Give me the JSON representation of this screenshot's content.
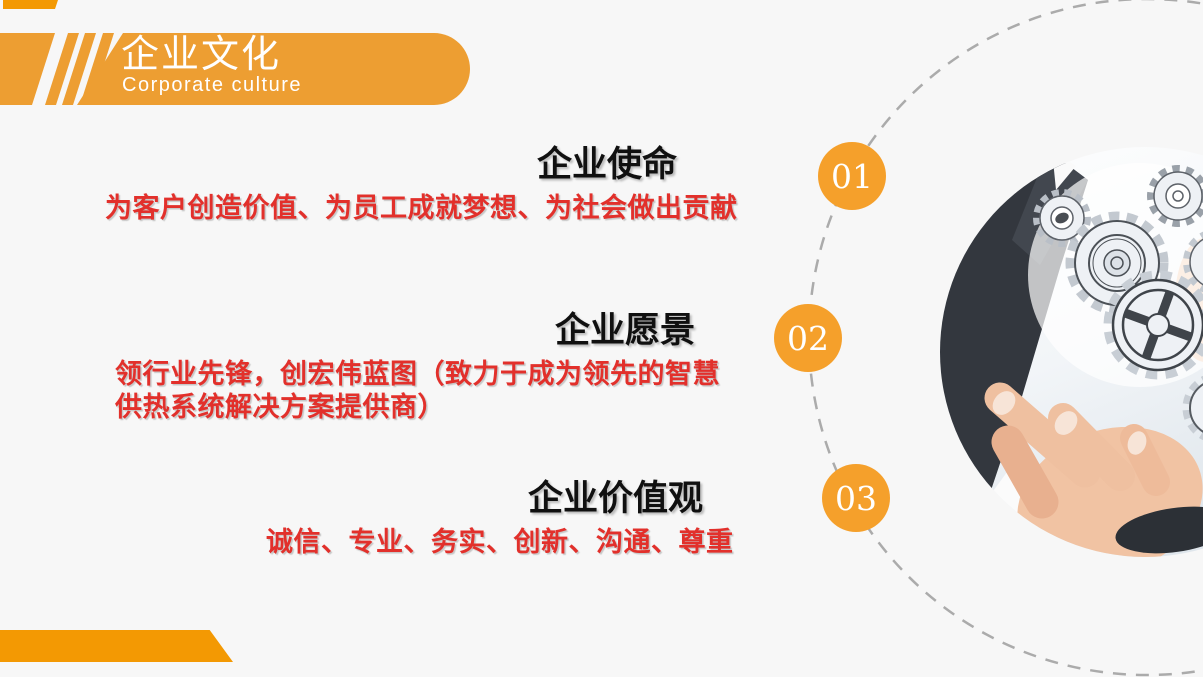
{
  "slide": {
    "header": {
      "title": "企业文化",
      "subtitle": "Corporate culture"
    },
    "sections": [
      {
        "num": "01",
        "heading": "企业使命",
        "body": "为客户创造价值、为员工成就梦想、为社会做出贡献"
      },
      {
        "num": "02",
        "heading": "企业愿景",
        "body": "领行业先锋，创宏伟蓝图（致力于成为领先的智慧供热系统解决方案提供商）"
      },
      {
        "num": "03",
        "heading": "企业价值观",
        "body": "诚信、专业、务实、创新、沟通、尊重"
      }
    ],
    "colors": {
      "banner_orange": "#ED9E32",
      "accent_orange": "#F5A02B",
      "bar_orange": "#F39903",
      "text_red": "#E2302B",
      "heading_black": "#101010",
      "background": "#F7F7F7",
      "dash_gray": "#ABABAB"
    },
    "image_alt": "hand-touching-gears-photo"
  }
}
